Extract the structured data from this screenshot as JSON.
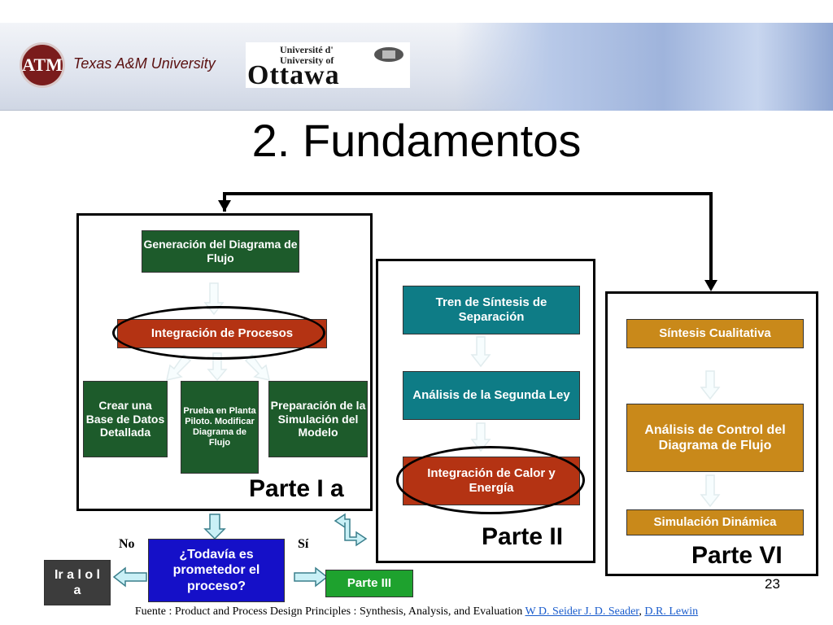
{
  "header": {
    "tamu_seal": "ATM",
    "tamu_name": "Texas A&M University",
    "ottawa_line1": "Université d'",
    "ottawa_line2": "University of",
    "ottawa_big": "Ottawa"
  },
  "title": "2. Fundamentos",
  "parte_ia": {
    "label": "Parte I a",
    "gen": "Generación del Diagrama de Flujo",
    "integ": "Integración de Procesos",
    "crear": "Crear una Base de Datos Detallada",
    "prueba": "Prueba en Planta Piloto. Modificar Diagrama de Flujo",
    "prep": "Preparación de la Simulación del Modelo"
  },
  "parte_ii": {
    "label": "Parte II",
    "tren": "Tren de Síntesis de Separación",
    "anal": "Análisis de la Segunda Ley",
    "calor": "Integración de Calor y Energía"
  },
  "parte_vi": {
    "label": "Parte VI",
    "sintesis": "Síntesis Cualitativa",
    "control": "Análisis de Control del Diagrama de Flujo",
    "dinamica": "Simulación Dinámica"
  },
  "decision": {
    "question": "¿Todavía es prometedor el proceso?",
    "no": "No",
    "si": "Sí",
    "ir": "Ir a l o l a",
    "parte_iii": "Parte III"
  },
  "page_number": "23",
  "source": {
    "prefix": "Fuente : Product and Process Design Principles : Synthesis, Analysis, and Evaluation ",
    "authors": "W D. Seider J. D. Seader",
    "sep": ", ",
    "lewin": "D.R. Lewin"
  },
  "colors": {
    "green": "#1d5b2b",
    "teal": "#0e7c86",
    "gold": "#c9891a",
    "red": "#b43313",
    "blue": "#1510c8",
    "light_green": "#1ea22e"
  }
}
